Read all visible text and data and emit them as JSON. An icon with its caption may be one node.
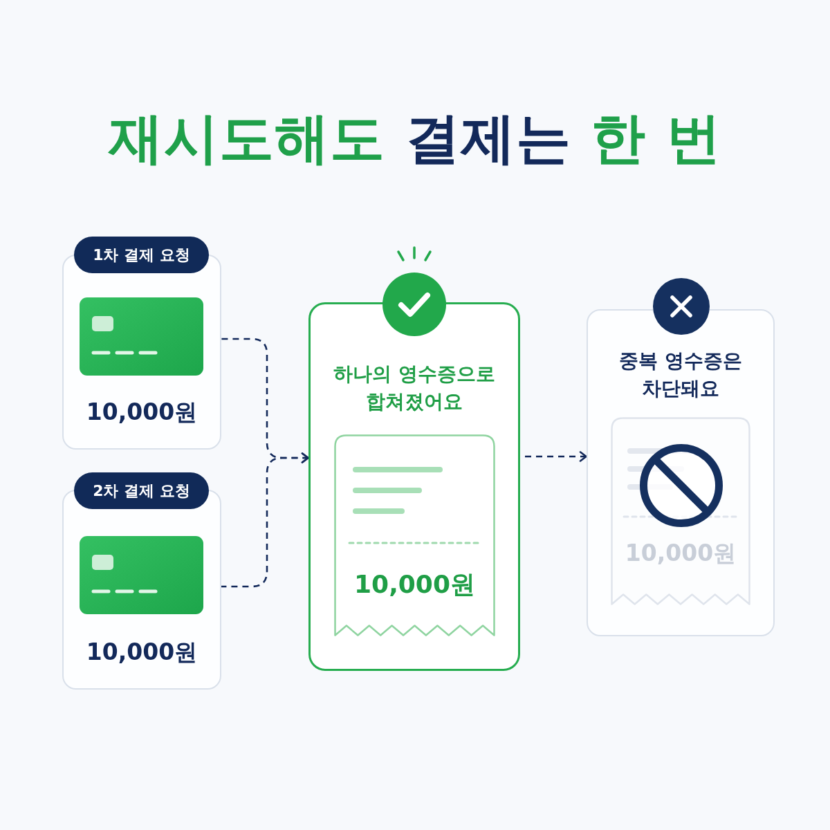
{
  "diagram": {
    "title": "재시도해도 결제는 한 번",
    "nodes": [
      {
        "text": [
          "1차 결제 요청",
          "10,000원"
        ]
      },
      {
        "text": [
          "2차 결제 요청",
          "10,000원"
        ]
      },
      {
        "text": [
          "하나의 영수증으로 합쳐졌어요"
        ]
      },
      {
        "text": [
          "10,000원"
        ],
        "in": 2
      },
      {
        "text": [
          "중복 영수증은 차단돼요"
        ]
      },
      {
        "text": [
          "10,000원"
        ],
        "in": 4
      }
    ],
    "edges": [
      {
        "from": 0,
        "to": 2,
        "arrow": "to",
        "style": "dashed"
      },
      {
        "from": 1,
        "to": 2,
        "arrow": "to",
        "style": "dashed"
      },
      {
        "from": 2,
        "to": 4,
        "arrow": "to",
        "style": "dashed"
      }
    ]
  }
}
